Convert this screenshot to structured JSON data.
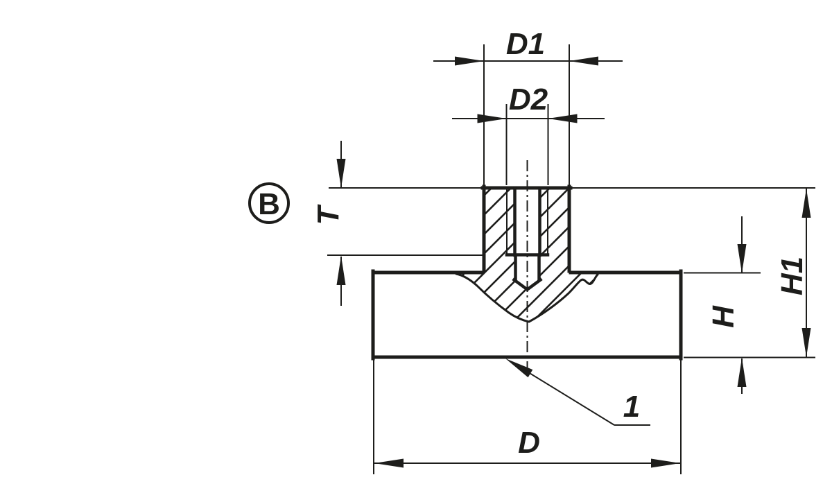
{
  "drawing": {
    "type": "technical-section-view",
    "view_marker": {
      "label": "B"
    },
    "dimension_labels": {
      "d1": "D1",
      "d2": "D2",
      "t": "T",
      "h": "H",
      "h1": "H1",
      "d": "D"
    },
    "callouts": {
      "item_ref": "1"
    },
    "colors": {
      "line": "#1d1d1b",
      "background": "#ffffff"
    }
  }
}
